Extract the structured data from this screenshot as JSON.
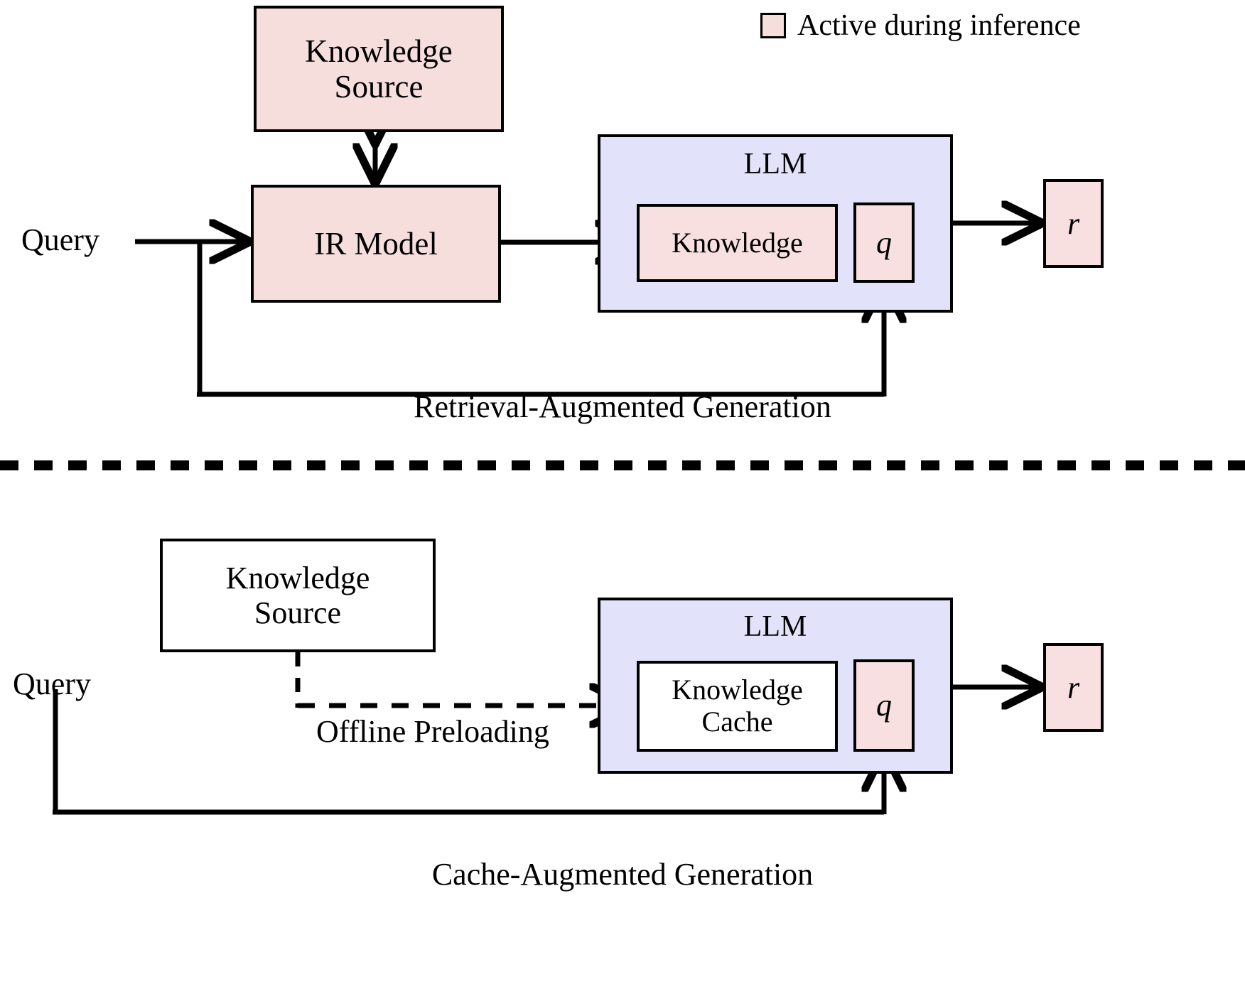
{
  "legend": {
    "swatch_color": "#f6dedd",
    "label": "Active during inference"
  },
  "colors": {
    "active_pink": "#f6dedd",
    "llm_blue": "#e2e2fa",
    "inactive_white": "#ffffff",
    "stroke": "#000000"
  },
  "panels": [
    {
      "id": "rag",
      "caption": "Retrieval-Augmented Generation",
      "nodes": {
        "query": "Query",
        "knowledge_source": "Knowledge\nSource",
        "knowledge_source_line1": "Knowledge",
        "knowledge_source_line2": "Source",
        "ir_model": "IR Model",
        "llm": "LLM",
        "knowledge": "Knowledge",
        "q": "q",
        "r": "r"
      }
    },
    {
      "id": "cag",
      "caption": "Cache-Augmented Generation",
      "nodes": {
        "query": "Query",
        "knowledge_source_line1": "Knowledge",
        "knowledge_source_line2": "Source",
        "llm": "LLM",
        "knowledge_cache_line1": "Knowledge",
        "knowledge_cache_line2": "Cache",
        "q": "q",
        "r": "r"
      },
      "edge_labels": {
        "offline_preloading": "Offline Preloading"
      }
    }
  ]
}
